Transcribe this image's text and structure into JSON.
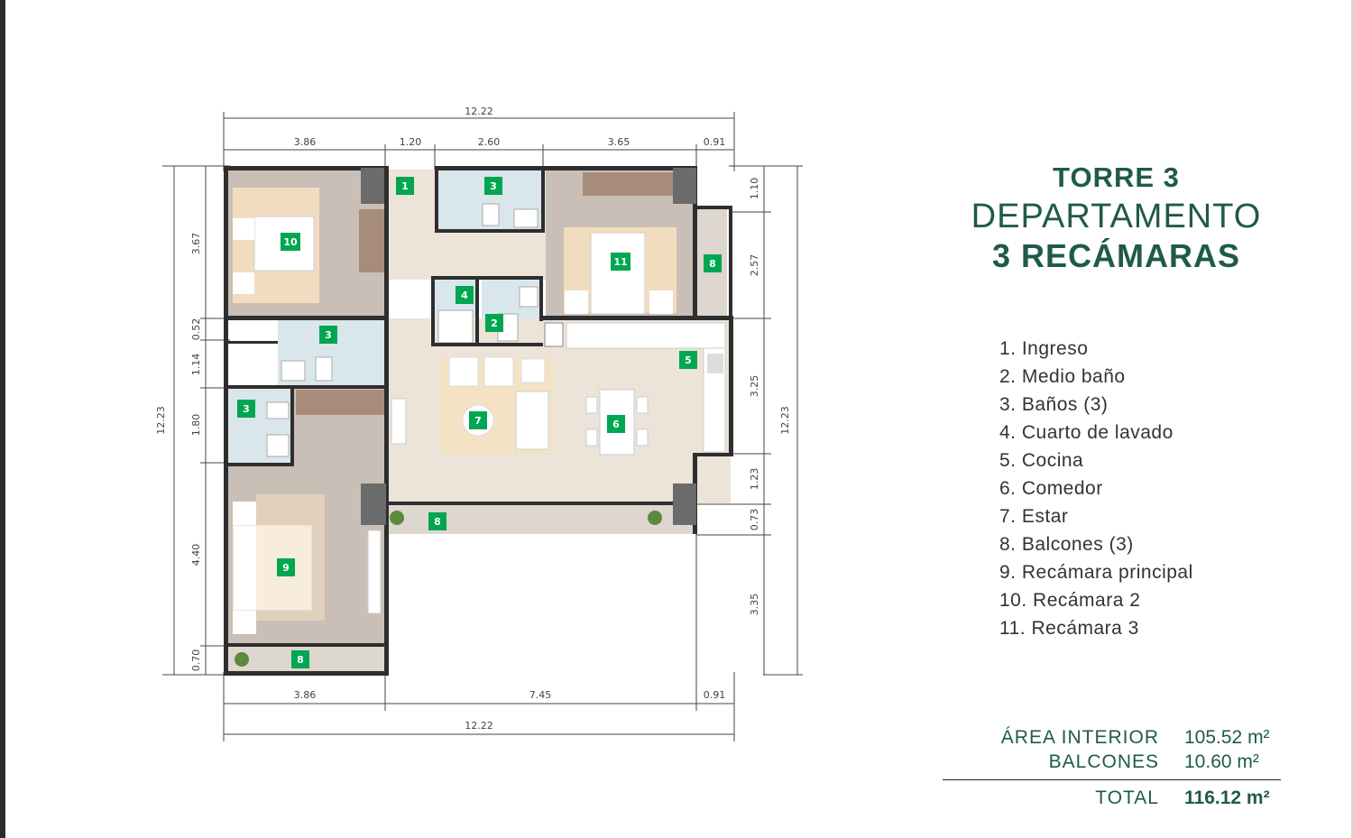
{
  "title": {
    "line1": "TORRE 3",
    "line2": "DEPARTAMENTO",
    "line3": "3 RECÁMARAS"
  },
  "legend": [
    "1.  Ingreso",
    "2. Medio baño",
    "3. Baños (3)",
    "4. Cuarto de lavado",
    "5. Cocina",
    "6. Comedor",
    "7. Estar",
    "8. Balcones (3)",
    "9. Recámara principal",
    "10. Recámara 2",
    "11. Recámara 3"
  ],
  "areas": {
    "interior_label": "ÁREA INTERIOR",
    "interior_value": "105.52 m²",
    "balcones_label": "BALCONES",
    "balcones_value": "10.60 m²",
    "total_label": "TOTAL",
    "total_value": "116.12 m²"
  },
  "plan": {
    "top_total": "12.22",
    "top_segments": [
      "3.86",
      "1.20",
      "2.60",
      "3.65",
      "0.91"
    ],
    "bottom_segments": [
      "3.86",
      "7.45",
      "0.91"
    ],
    "bottom_total": "12.22",
    "left_total": "12.23",
    "left_segments": [
      "3.67",
      "0.52",
      "1.14",
      "1.80",
      "4.40",
      "0.70"
    ],
    "right_total": "12.23",
    "right_segments": [
      "1.10",
      "2.57",
      "3.25",
      "1.23",
      "0.73",
      "3.35"
    ],
    "room_tags": [
      "1",
      "3",
      "10",
      "11",
      "8",
      "4",
      "2",
      "3",
      "5",
      "7",
      "6",
      "3",
      "8",
      "9",
      "8"
    ]
  },
  "colors": {
    "accent_green": "#00a651",
    "title_green": "#1f5a4c",
    "floor_gray": "#c9bfb6",
    "floor_light": "#ece3d9",
    "bath_blue": "#d9e6ec",
    "wall": "#2e2e2e"
  }
}
